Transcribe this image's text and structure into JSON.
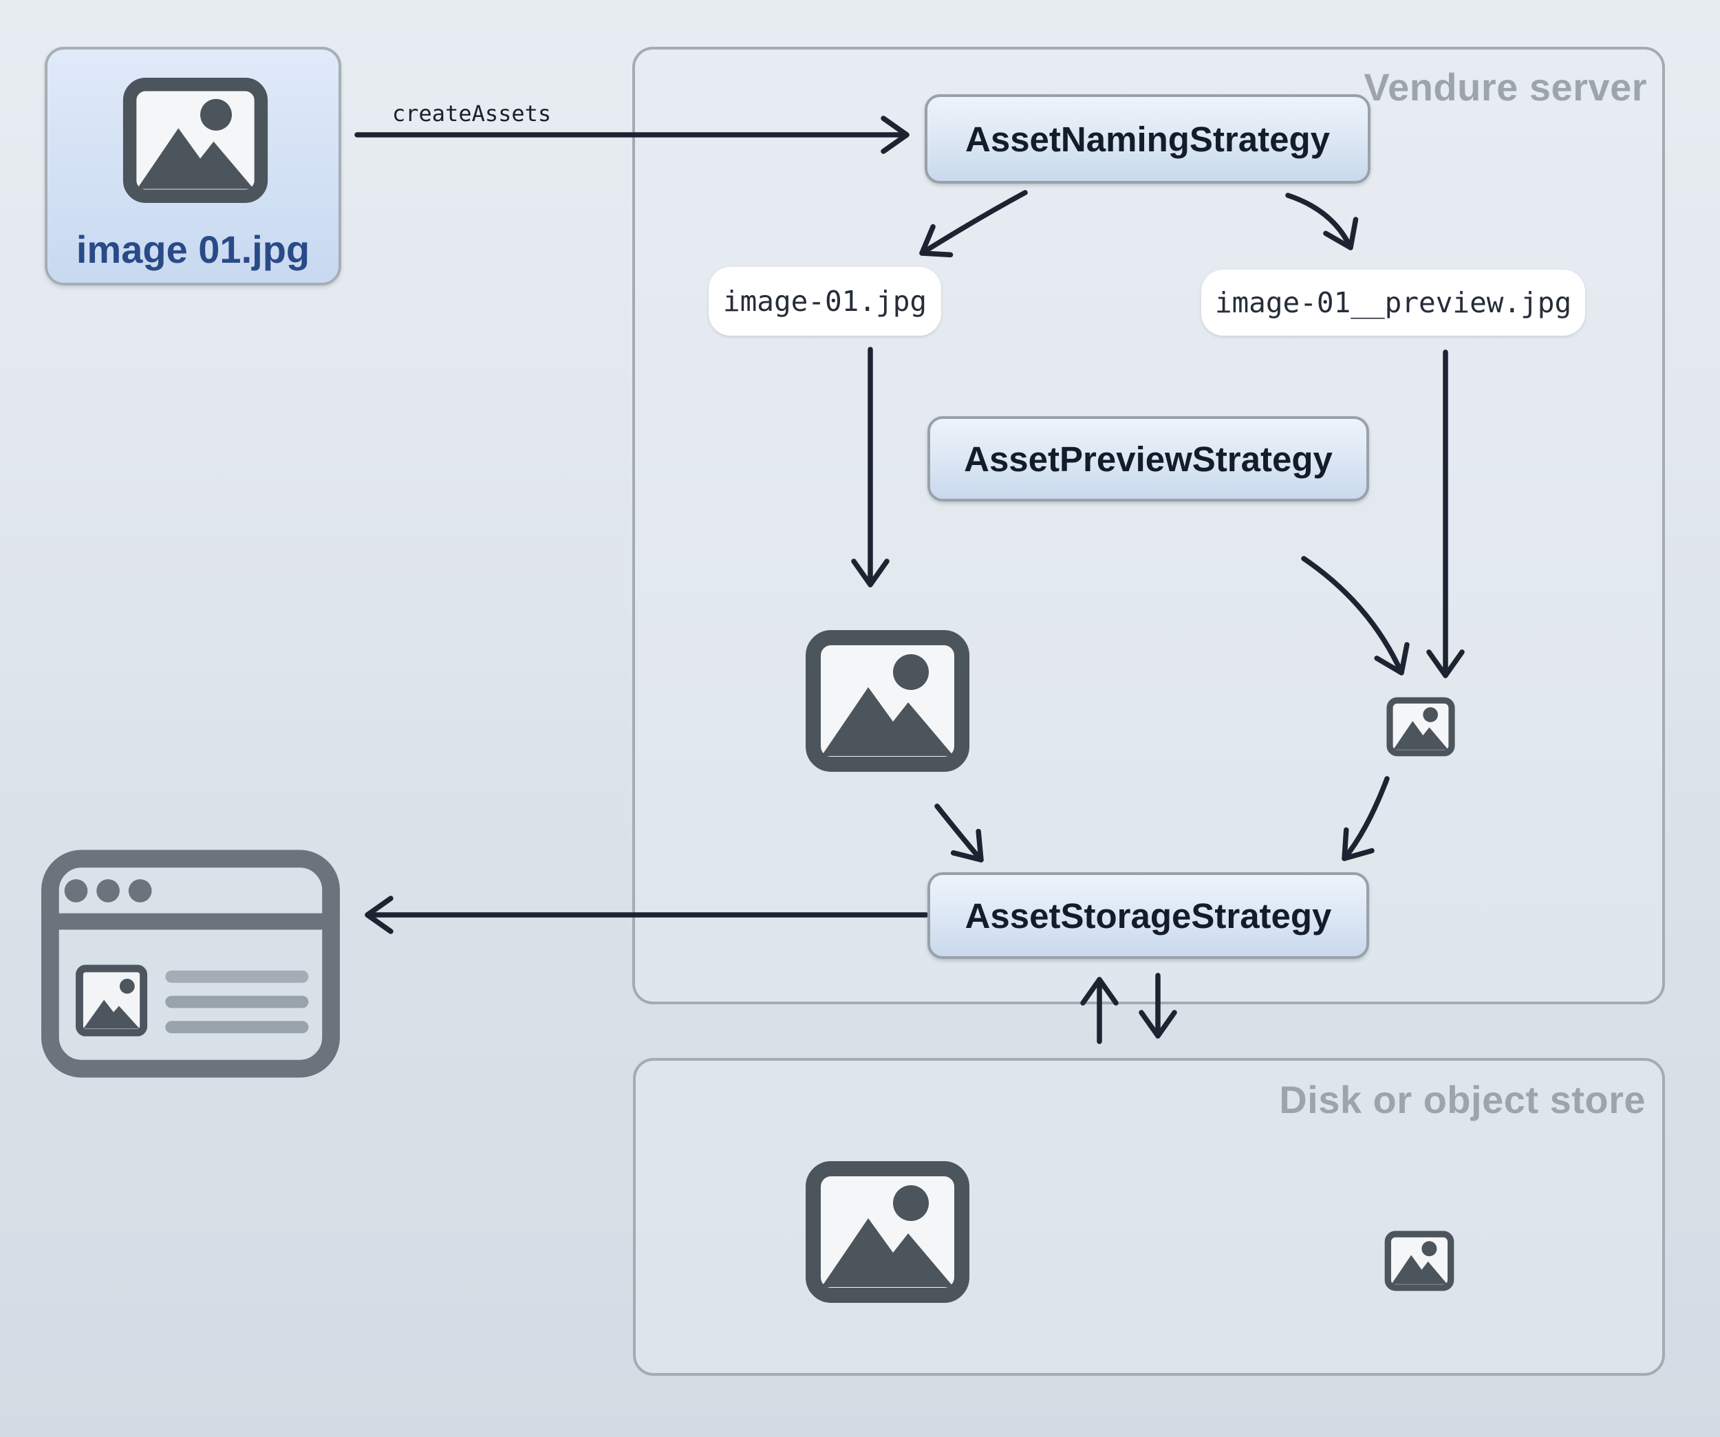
{
  "diagram": {
    "upload_file": {
      "label": "image 01.jpg"
    },
    "create_assets": {
      "label": "createAssets"
    },
    "vendure_server": {
      "label": "Vendure server",
      "asset_naming_strategy": "AssetNamingStrategy",
      "asset_preview_strategy": "AssetPreviewStrategy",
      "asset_storage_strategy": "AssetStorageStrategy",
      "source_filename": "image-01.jpg",
      "preview_filename": "image-01__preview.jpg"
    },
    "disk_store": {
      "label": "Disk or object store"
    },
    "icons": {
      "uploaded_image": "image-icon",
      "vendure_source_image": "image-icon",
      "vendure_preview_image": "image-icon-small",
      "stored_source_image": "image-icon",
      "stored_preview_image": "image-icon-small",
      "storefront": "browser-window-icon"
    },
    "colors": {
      "arrow": "#1d2330",
      "container_border": "#a3abb3",
      "muted_label": "#9ca5ad",
      "strategy_box_top": "#eef3fb",
      "strategy_box_bottom": "#c9d9ec",
      "strategy_text": "#141c2a",
      "file_label_blue": "#2a4a87",
      "icon_dark_gray": "#4c545c",
      "browser_gray": "#6b747c",
      "pill_background": "#ffffff"
    }
  }
}
